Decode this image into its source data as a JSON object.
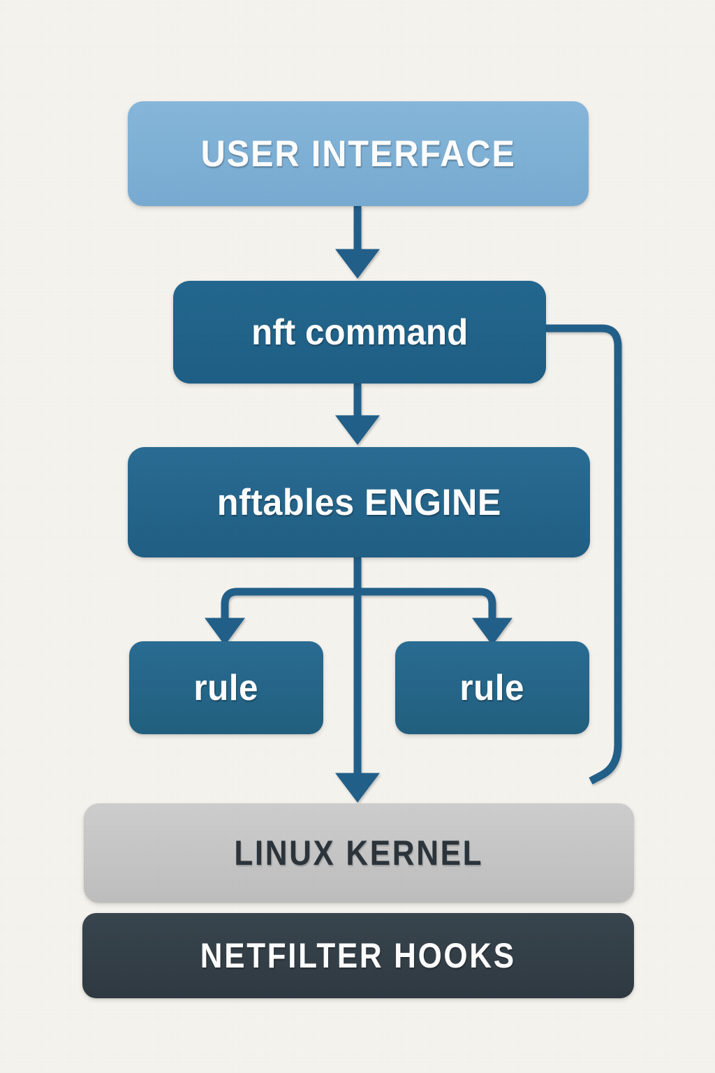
{
  "diagram": {
    "title": "nftables architecture flow",
    "background_color": "#f7f5f0",
    "nodes": {
      "user_interface": {
        "label": "USER INTERFACE",
        "color": "#7fb2d8",
        "text_color": "#ffffff"
      },
      "nft_command": {
        "label": "nft command",
        "color": "#22638c",
        "text_color": "#ffffff"
      },
      "nftables_engine": {
        "label": "nftables ENGINE",
        "color": "#26658b",
        "text_color": "#ffffff"
      },
      "rule_left": {
        "label": "rule",
        "color": "#26658b",
        "text_color": "#ffffff"
      },
      "rule_right": {
        "label": "rule",
        "color": "#26658b",
        "text_color": "#ffffff"
      },
      "linux_kernel": {
        "label": "LINUX KERNEL",
        "color": "#c6c6c6",
        "text_color": "#2c353c"
      },
      "netfilter_hooks": {
        "label": "NETFILTER HOOKS",
        "color": "#333f48",
        "text_color": "#ffffff"
      }
    },
    "connectors": {
      "arrow_color": "#23608a",
      "edges": [
        {
          "name": "ui-to-nft",
          "from": "user_interface",
          "to": "nft_command",
          "style": "straight-down",
          "arrowhead": true
        },
        {
          "name": "nft-to-engine",
          "from": "nft_command",
          "to": "nftables_engine",
          "style": "straight-down",
          "arrowhead": true
        },
        {
          "name": "engine-to-rule-left",
          "from": "nftables_engine",
          "to": "rule_left",
          "style": "branch-left",
          "arrowhead": true
        },
        {
          "name": "engine-to-rule-right",
          "from": "nftables_engine",
          "to": "rule_right",
          "style": "branch-right",
          "arrowhead": true
        },
        {
          "name": "engine-to-kernel",
          "from": "nftables_engine",
          "to": "linux_kernel",
          "style": "straight-down",
          "arrowhead": true
        },
        {
          "name": "nft-feedback-loop",
          "from": "nft_command",
          "to": "linux_kernel",
          "style": "right-bypass",
          "arrowhead": false
        }
      ]
    }
  }
}
